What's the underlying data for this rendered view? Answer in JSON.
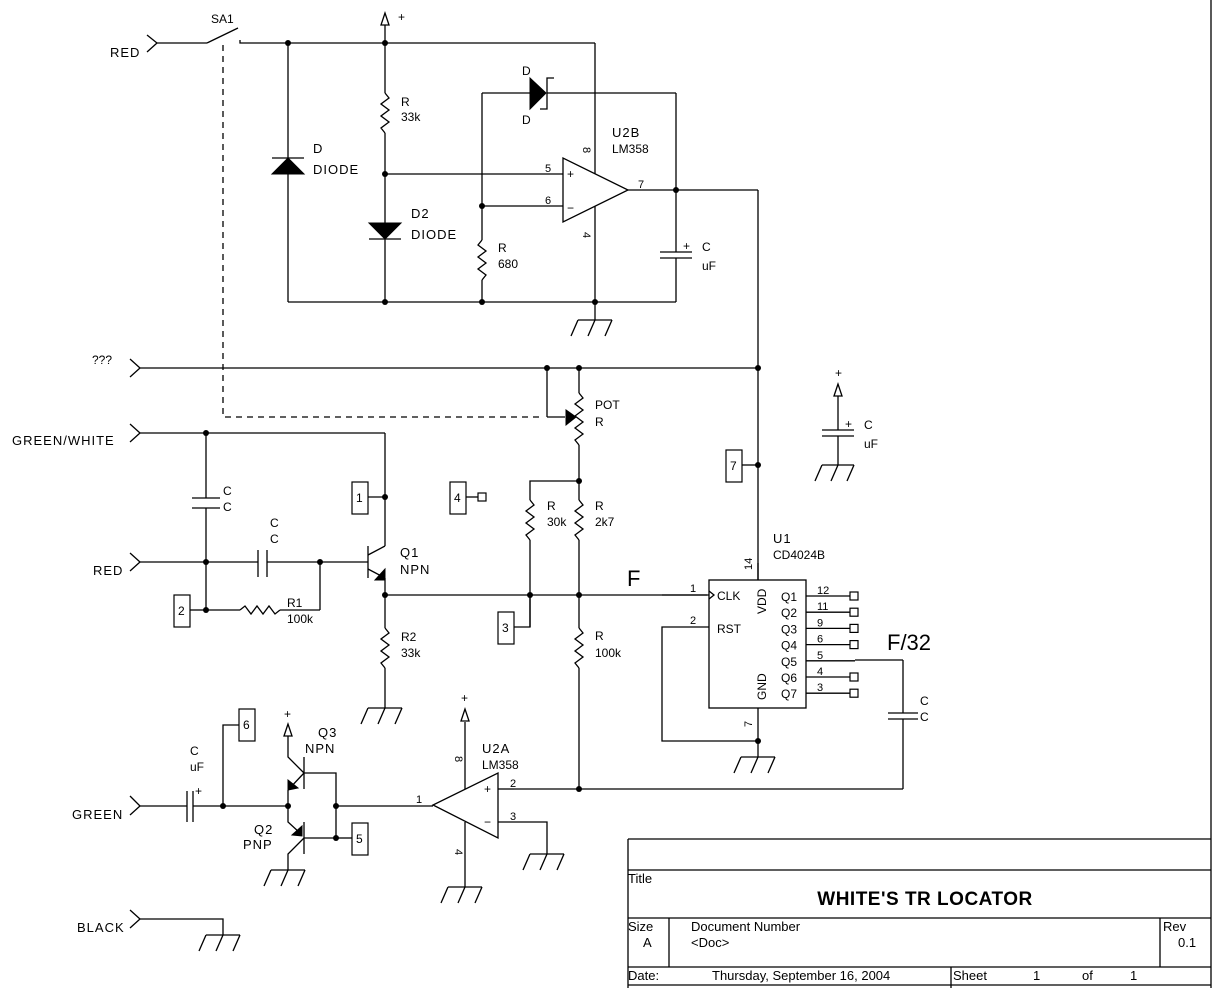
{
  "connectors": {
    "red_top": "RED",
    "unknown": "???",
    "green_white": "GREEN/WHITE",
    "red_mid": "RED",
    "green": "GREEN",
    "black": "BLACK"
  },
  "switch": {
    "ref": "SA1"
  },
  "power": {
    "plus": "+"
  },
  "components": {
    "d_diode": {
      "ref": "D",
      "value": "DIODE"
    },
    "r_33k_top": {
      "ref": "R",
      "value": "33k"
    },
    "d2": {
      "ref": "D2",
      "value": "DIODE"
    },
    "zener": {
      "ref_top": "D",
      "ref_bot": "D"
    },
    "r_680": {
      "ref": "R",
      "value": "680"
    },
    "u2b": {
      "ref": "U2B",
      "value": "LM358",
      "pins": {
        "plus": "5",
        "minus": "6",
        "out": "7",
        "vcc": "8",
        "gnd": "4"
      }
    },
    "c_u2b": {
      "ref": "C",
      "value": "uF",
      "polarity": "+"
    },
    "pot": {
      "ref": "POT",
      "value": "R"
    },
    "c_right": {
      "ref": "C",
      "value": "uF",
      "polarity": "+"
    },
    "c_gw": {
      "ref": "C",
      "value": "C"
    },
    "c_base": {
      "ref": "C",
      "value": "C"
    },
    "r1": {
      "ref": "R1",
      "value": "100k"
    },
    "q1": {
      "ref": "Q1",
      "type": "NPN"
    },
    "r2": {
      "ref": "R2",
      "value": "33k"
    },
    "r_30k": {
      "ref": "R",
      "value": "30k"
    },
    "r_2k7": {
      "ref": "R",
      "value": "2k7"
    },
    "r_100k": {
      "ref": "R",
      "value": "100k"
    },
    "u1": {
      "ref": "U1",
      "value": "CD4024B",
      "inputs": [
        {
          "name": "CLK",
          "pin": "1"
        },
        {
          "name": "RST",
          "pin": "2"
        }
      ],
      "vdd": {
        "name": "VDD",
        "pin": "14"
      },
      "gnd": {
        "name": "GND",
        "pin": "7"
      },
      "outputs": [
        {
          "name": "Q1",
          "pin": "12"
        },
        {
          "name": "Q2",
          "pin": "11"
        },
        {
          "name": "Q3",
          "pin": "9"
        },
        {
          "name": "Q4",
          "pin": "6"
        },
        {
          "name": "Q5",
          "pin": "5"
        },
        {
          "name": "Q6",
          "pin": "4"
        },
        {
          "name": "Q7",
          "pin": "3"
        }
      ]
    },
    "c_q5": {
      "ref": "C",
      "value": "C"
    },
    "c_green": {
      "ref": "C",
      "value": "uF",
      "polarity": "+"
    },
    "q3": {
      "ref": "Q3",
      "type": "NPN"
    },
    "q2": {
      "ref": "Q2",
      "type": "PNP"
    },
    "u2a": {
      "ref": "U2A",
      "value": "LM358",
      "pins": {
        "plus": "2",
        "minus": "3",
        "out": "1",
        "vcc": "8",
        "gnd": "4"
      }
    }
  },
  "testpoints": [
    "1",
    "2",
    "3",
    "4",
    "5",
    "6",
    "7"
  ],
  "net_labels": {
    "f": "F",
    "f32": "F/32"
  },
  "opamp_signs": {
    "plus": "+",
    "minus": "−"
  },
  "title_block": {
    "title_label": "Title",
    "title": "WHITE'S  TR  LOCATOR",
    "size_label": "Size",
    "size": "A",
    "doc_label": "Document Number",
    "doc": "<Doc>",
    "rev_label": "Rev",
    "rev": "0.1",
    "date_label": "Date:",
    "date": "Thursday, September 16, 2004",
    "sheet_label": "Sheet",
    "sheet": "1",
    "of_label": "of",
    "sheets": "1"
  }
}
